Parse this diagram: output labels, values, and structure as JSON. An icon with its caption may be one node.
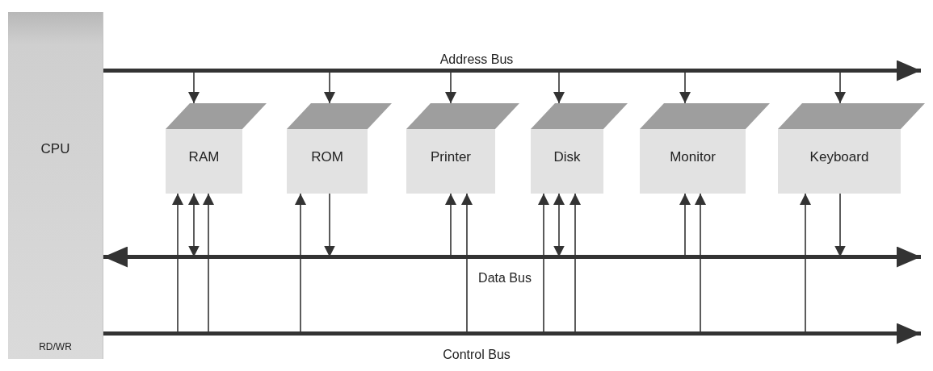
{
  "diagram": {
    "nodes": [
      {
        "text": [
          "CPU",
          "RD/WR"
        ]
      },
      {
        "text": [
          "RAM"
        ]
      },
      {
        "text": [
          "ROM"
        ]
      },
      {
        "text": [
          "Printer"
        ]
      },
      {
        "text": [
          "Disk"
        ]
      },
      {
        "text": [
          "Monitor"
        ]
      },
      {
        "text": [
          "Keyboard"
        ]
      },
      {
        "text": [
          "Address Bus"
        ]
      },
      {
        "text": [
          "Data Bus"
        ]
      },
      {
        "text": [
          "Control Bus"
        ]
      }
    ],
    "edges": [
      {
        "from": 7,
        "to": 1,
        "arrow": "to"
      },
      {
        "from": 7,
        "to": 2,
        "arrow": "to"
      },
      {
        "from": 7,
        "to": 3,
        "arrow": "to"
      },
      {
        "from": 7,
        "to": 4,
        "arrow": "to"
      },
      {
        "from": 7,
        "to": 5,
        "arrow": "to"
      },
      {
        "from": 7,
        "to": 6,
        "arrow": "to"
      },
      {
        "from": 9,
        "to": 1,
        "arrow": "to"
      },
      {
        "from": 8,
        "to": 1,
        "arrow": "both"
      },
      {
        "from": 9,
        "to": 1,
        "arrow": "to"
      },
      {
        "from": 9,
        "to": 2,
        "arrow": "to"
      },
      {
        "from": 2,
        "to": 8,
        "arrow": "to"
      },
      {
        "from": 8,
        "to": 3,
        "arrow": "to"
      },
      {
        "from": 9,
        "to": 3,
        "arrow": "to"
      },
      {
        "from": 9,
        "to": 4,
        "arrow": "to"
      },
      {
        "from": 8,
        "to": 4,
        "arrow": "both"
      },
      {
        "from": 9,
        "to": 4,
        "arrow": "to"
      },
      {
        "from": 8,
        "to": 5,
        "arrow": "to"
      },
      {
        "from": 9,
        "to": 5,
        "arrow": "to"
      },
      {
        "from": 9,
        "to": 6,
        "arrow": "to"
      },
      {
        "from": 6,
        "to": 8,
        "arrow": "to"
      },
      {
        "from": 7,
        "to": null,
        "arrow": "to",
        "style": "thick"
      },
      {
        "from": 8,
        "to": 0,
        "arrow": "to",
        "style": "thick"
      },
      {
        "from": 8,
        "to": null,
        "arrow": "to",
        "style": "thick"
      },
      {
        "from": 9,
        "to": null,
        "arrow": "to",
        "style": "thick"
      }
    ]
  }
}
